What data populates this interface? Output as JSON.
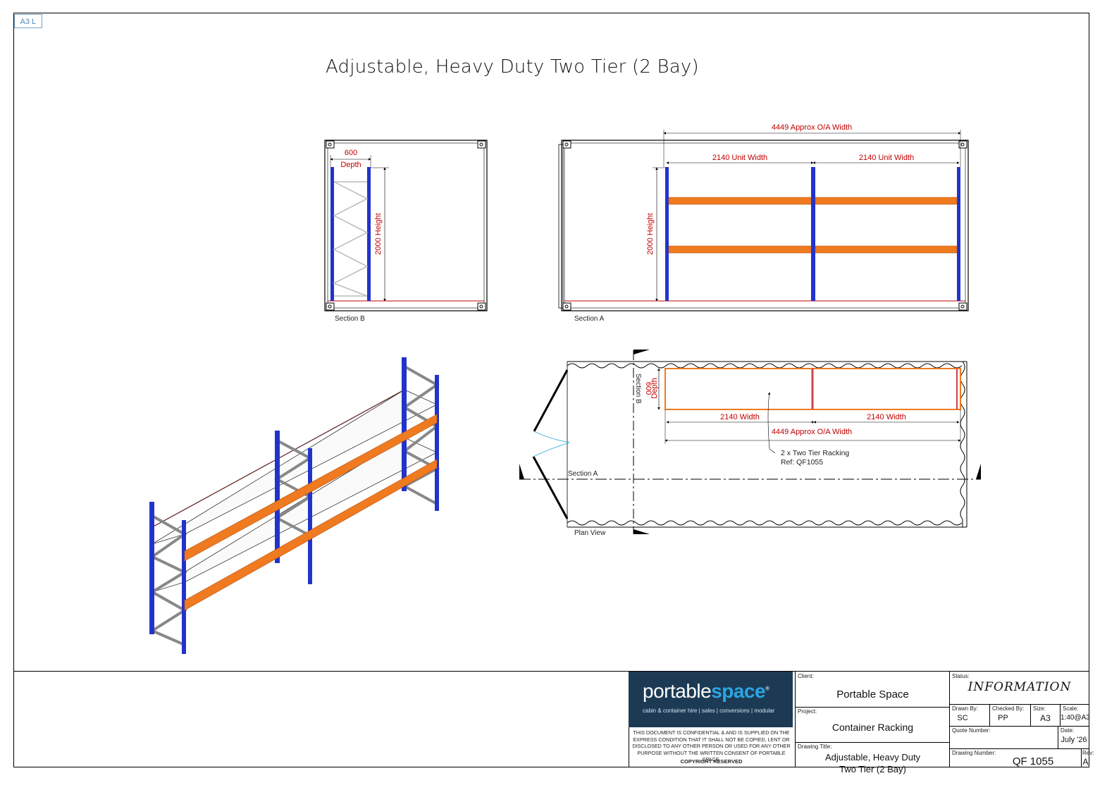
{
  "sheet_tag": "A3 L",
  "title": "Adjustable, Heavy Duty Two Tier (2 Bay)",
  "section_b": {
    "label": "Section B",
    "depth_value": "600",
    "depth_label": "Depth",
    "height_label": "2000 Height"
  },
  "section_a": {
    "label": "Section A",
    "overall_width": "4449 Approx O/A Width",
    "unit_width_1": "2140 Unit Width",
    "unit_width_2": "2140 Unit Width",
    "height_label": "2000 Height"
  },
  "plan_view": {
    "label": "Plan View",
    "section_b_marker": "Section B",
    "section_a_marker": "Section A",
    "depth_value": "600",
    "depth_label": "Depth",
    "width_1": "2140 Width",
    "width_2": "2140 Width",
    "overall_width": "4449 Approx O/A Width",
    "note_line1": "2 x Two Tier Racking",
    "note_line2": "Ref: QF1055"
  },
  "title_block": {
    "logo_word_plain": "portable",
    "logo_word_bold": "space",
    "logo_tagline": "cabin & container hire | sales | conversions | modular",
    "legal_text": "THIS DOCUMENT IS CONFIDENTIAL & AND IS SUPPLIED ON THE EXPRESS CONDITION THAT IT SHALL NOT BE COPIED, LENT OR DISCLOSED TO ANY OTHER PERSON OR USED FOR ANY OTHER PURPOSE WITHOUT THE WRITTEN CONSENT OF PORTABLE SPACE.",
    "copyright": "COPYRIGHT RESERVED",
    "client_caption": "Client:",
    "client": "Portable Space",
    "project_caption": "Project:",
    "project": "Container Racking",
    "drawing_title_caption": "Drawing Title:",
    "drawing_title_line1": "Adjustable, Heavy Duty",
    "drawing_title_line2": "Two Tier (2 Bay)",
    "status_caption": "Status:",
    "status": "INFORMATION",
    "drawn_by_caption": "Drawn By:",
    "drawn_by": "SC",
    "checked_by_caption": "Checked By:",
    "checked_by": "PP",
    "size_caption": "Size:",
    "size": "A3",
    "scale_caption": "Scale:",
    "scale": "1:40@A3",
    "quote_number_caption": "Quote Number:",
    "quote_number": "",
    "date_caption": "Date:",
    "date": "July '26",
    "drawing_number_caption": "Drawing Number:",
    "drawing_number": "QF 1055",
    "rev_caption": "Rev:",
    "rev": "A"
  },
  "colors": {
    "upright": "#2233cc",
    "beam": "#f07a20",
    "dimension": "#c00000",
    "logo_bg": "#1d3a55",
    "logo_accent": "#2aa6e0"
  }
}
